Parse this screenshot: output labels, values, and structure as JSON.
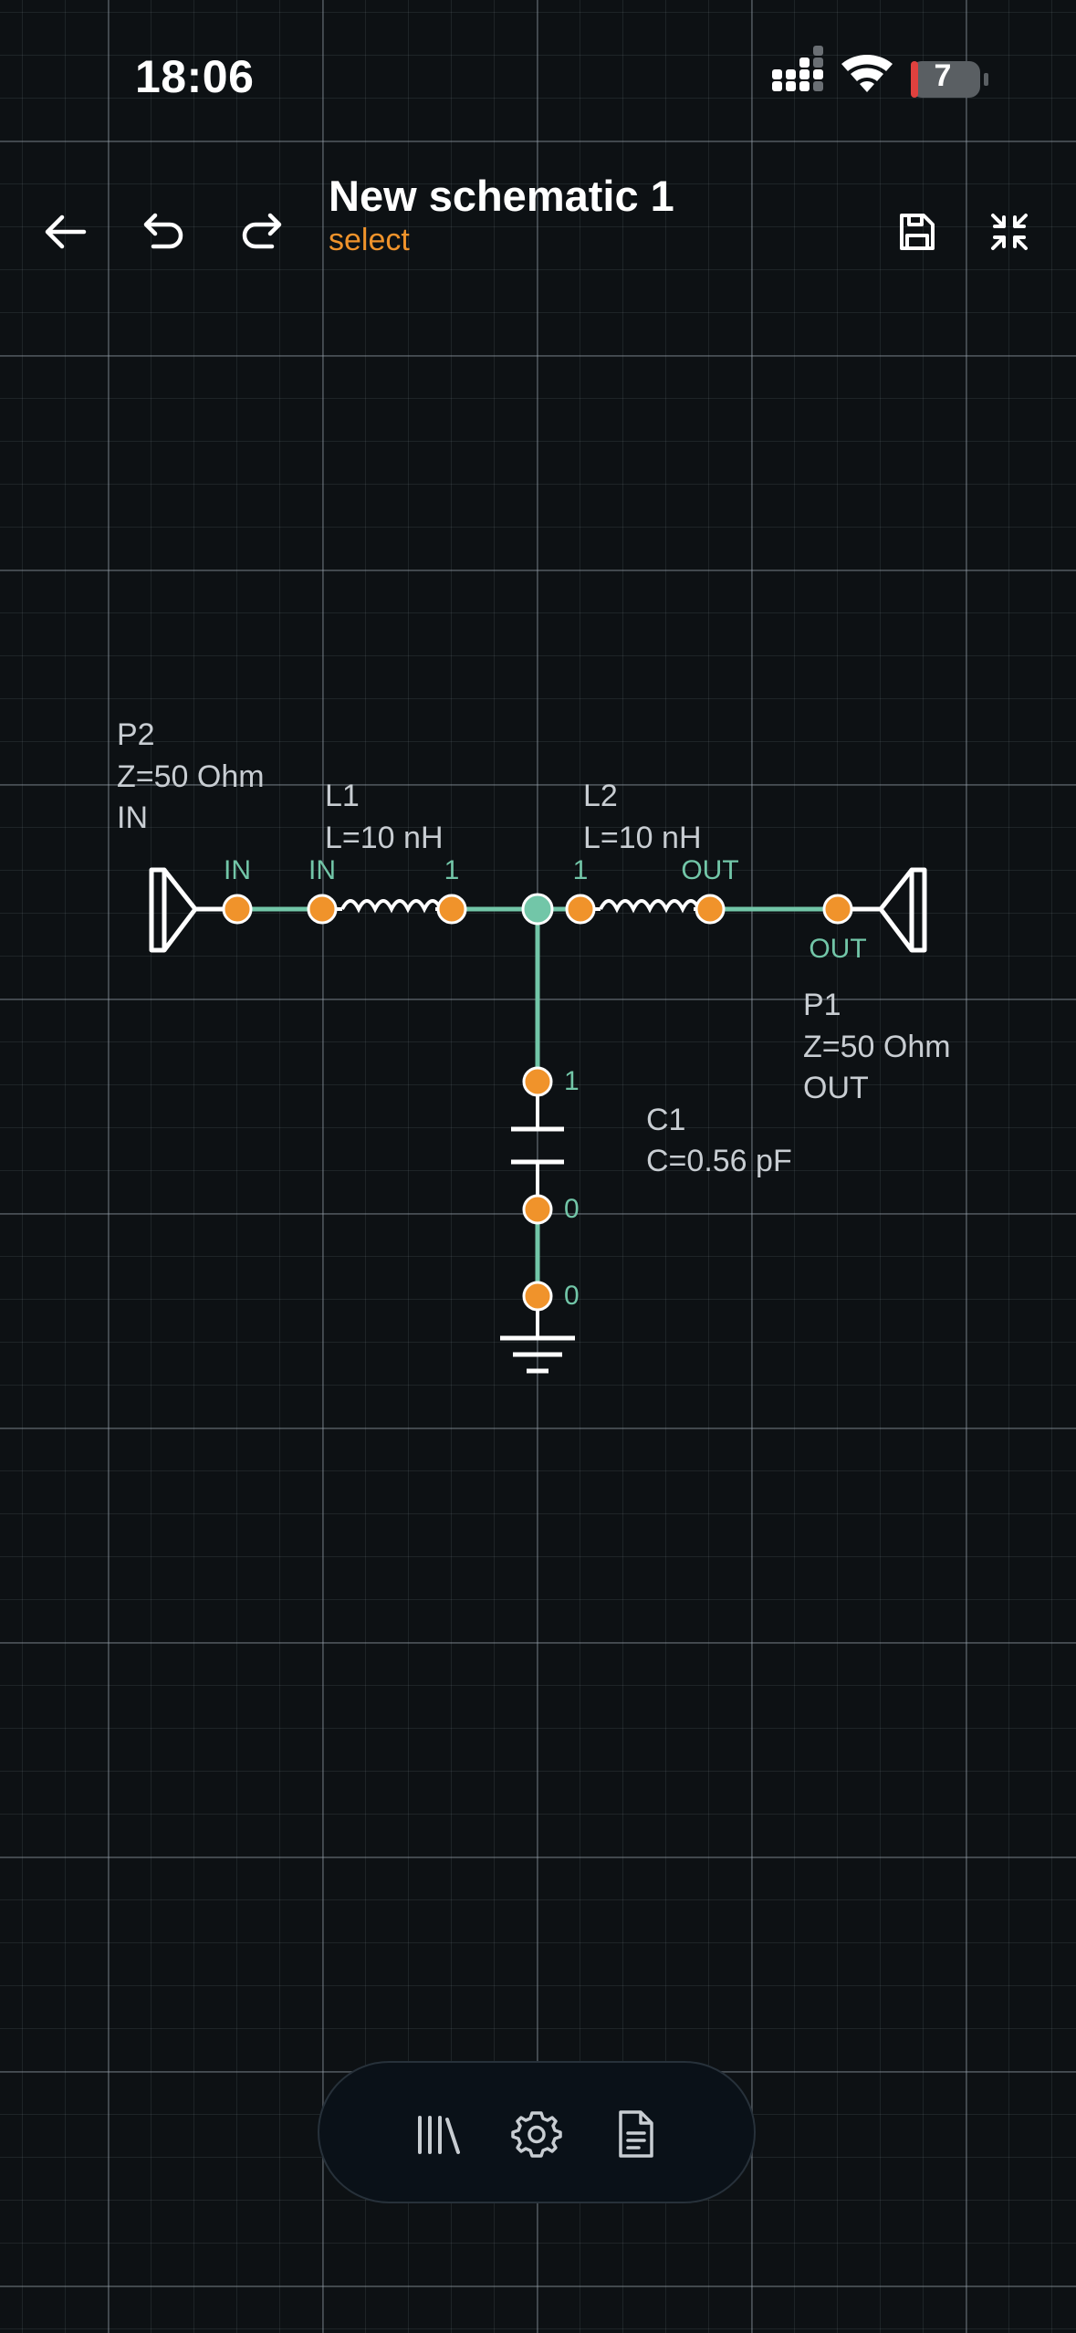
{
  "status_bar": {
    "time": "18:06",
    "battery_level": "7",
    "icons": [
      "signal-icon",
      "wifi-icon",
      "battery-icon"
    ]
  },
  "header": {
    "title": "New schematic 1",
    "mode": "select",
    "icons": [
      "back-arrow-icon",
      "undo-icon",
      "redo-icon",
      "save-icon",
      "collapse-icon"
    ]
  },
  "schematic": {
    "components": [
      {
        "id": "P2",
        "lines": [
          "P2",
          "Z=50 Ohm",
          "IN"
        ]
      },
      {
        "id": "L1",
        "lines": [
          "L1",
          "L=10 nH"
        ]
      },
      {
        "id": "L2",
        "lines": [
          "L2",
          "L=10 nH"
        ]
      },
      {
        "id": "C1",
        "lines": [
          "C1",
          "C=0.56 pF"
        ]
      },
      {
        "id": "P1",
        "lines": [
          "P1",
          "Z=50 Ohm",
          "OUT"
        ]
      }
    ],
    "pins": {
      "p2_in": "IN",
      "l1_in": "IN",
      "l1_out": "1",
      "l2_in": "1",
      "l2_out": "OUT",
      "p1_out": "OUT",
      "c1_top": "1",
      "c1_bottom": "0",
      "gnd": "0"
    }
  },
  "bottom_dock": {
    "icons": [
      "library-icon",
      "settings-icon",
      "document-icon"
    ]
  },
  "colors": {
    "background": "#0d1114",
    "wire": "#72c6a8",
    "pin": "#f0932b",
    "accent": "#f0932b",
    "junction": "#72c6a8",
    "component_label": "#c8cdd2"
  }
}
